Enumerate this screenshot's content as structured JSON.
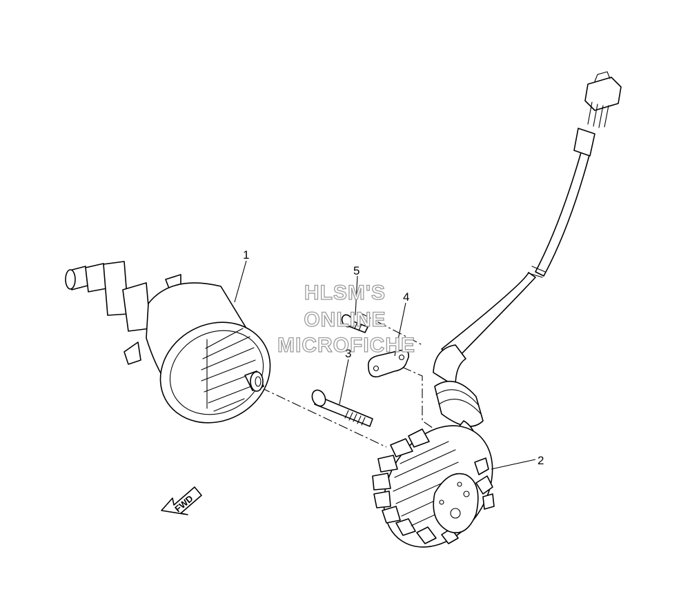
{
  "callouts": {
    "c1": "1",
    "c2": "2",
    "c3": "3",
    "c4": "4",
    "c5": "5"
  },
  "watermark": {
    "line1": "HLSM'S",
    "line2": "ONLINE",
    "line3": "MICROFICHE"
  },
  "direction_label": "FWD",
  "colors": {
    "line": "#000000",
    "watermark_outline": "#9a9a9a",
    "background": "#ffffff"
  }
}
